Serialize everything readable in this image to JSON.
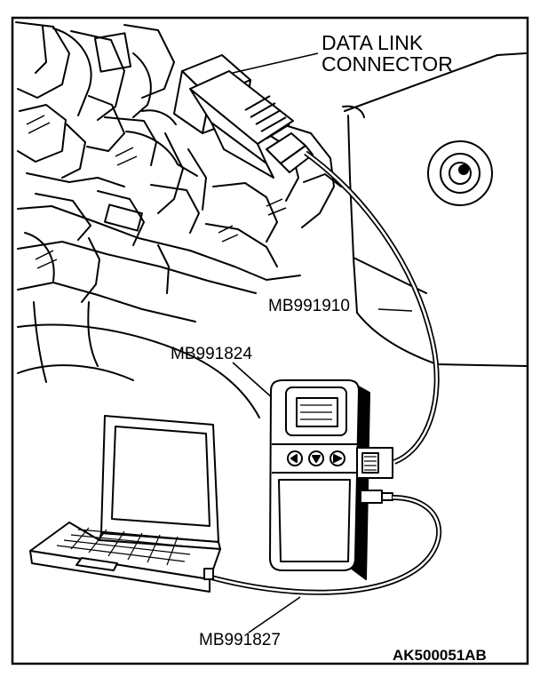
{
  "labels": {
    "data_link_line1": "DATA LINK",
    "data_link_line2": "CONNECTOR",
    "cable_obd": "MB991910",
    "scan_tool": "MB991824",
    "cable_usb": "MB991827",
    "figure_id": "AK500051AB"
  }
}
